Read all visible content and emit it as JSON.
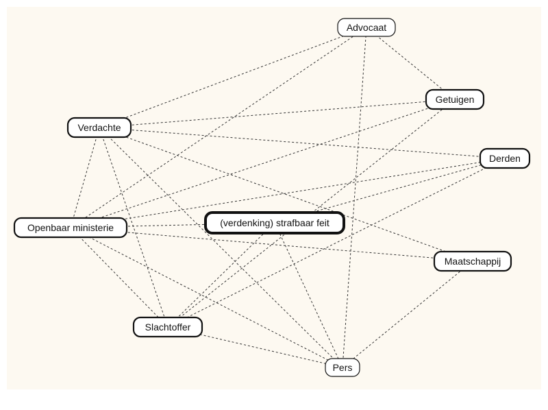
{
  "diagram": {
    "background": "#fdf9f1",
    "border_color": "#111111",
    "nodes": [
      {
        "id": "advocaat",
        "label": "Advocaat",
        "weight": "thin"
      },
      {
        "id": "getuigen",
        "label": "Getuigen",
        "weight": "medium"
      },
      {
        "id": "verdachte",
        "label": "Verdachte",
        "weight": "medium"
      },
      {
        "id": "derden",
        "label": "Derden",
        "weight": "medium"
      },
      {
        "id": "openbaar",
        "label": "Openbaar ministerie",
        "weight": "medium"
      },
      {
        "id": "feit",
        "label": "(verdenking) strafbaar feit",
        "weight": "thick"
      },
      {
        "id": "maatschappij",
        "label": "Maatschappij",
        "weight": "medium"
      },
      {
        "id": "slachtoffer",
        "label": "Slachtoffer",
        "weight": "medium"
      },
      {
        "id": "pers",
        "label": "Pers",
        "weight": "thin"
      }
    ],
    "edges": [
      [
        "verdachte",
        "advocaat"
      ],
      [
        "verdachte",
        "getuigen"
      ],
      [
        "verdachte",
        "derden"
      ],
      [
        "verdachte",
        "openbaar"
      ],
      [
        "verdachte",
        "slachtoffer"
      ],
      [
        "verdachte",
        "pers"
      ],
      [
        "verdachte",
        "maatschappij"
      ],
      [
        "advocaat",
        "getuigen"
      ],
      [
        "advocaat",
        "openbaar"
      ],
      [
        "advocaat",
        "pers"
      ],
      [
        "getuigen",
        "openbaar"
      ],
      [
        "getuigen",
        "slachtoffer"
      ],
      [
        "derden",
        "openbaar"
      ],
      [
        "derden",
        "slachtoffer"
      ],
      [
        "derden",
        "feit"
      ],
      [
        "openbaar",
        "feit"
      ],
      [
        "openbaar",
        "maatschappij"
      ],
      [
        "openbaar",
        "slachtoffer"
      ],
      [
        "openbaar",
        "pers"
      ],
      [
        "feit",
        "slachtoffer"
      ],
      [
        "feit",
        "pers"
      ],
      [
        "maatschappij",
        "pers"
      ],
      [
        "slachtoffer",
        "pers"
      ]
    ]
  }
}
